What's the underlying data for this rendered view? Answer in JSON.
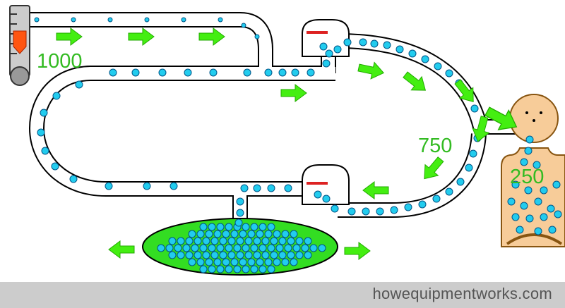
{
  "labels": {
    "supply_amount": "1000",
    "return_amount": "750",
    "body_amount": "250"
  },
  "footer": {
    "site": "howequipmentworks.com"
  },
  "colors": {
    "pipe_outline": "#000000",
    "pipe_fill": "#ffffff",
    "bubble": "#22ccee",
    "bubble_outline": "#005588",
    "arrow": "#44ee11",
    "label": "#33bb22",
    "valve_bar": "#dd2222",
    "reservoir": "#33dd22",
    "person_skin": "#f7cc99",
    "person_outline": "#885511",
    "gauge_pointer": "#ff5511",
    "footer_bg": "#cccccc",
    "footer_text": "#555555"
  },
  "icons": {
    "flow_arrows": "arrow-right-icon",
    "valves": "valve-icon",
    "gauge": "flow-meter-icon",
    "person": "person-icon",
    "reservoir": "reservoir-icon"
  }
}
